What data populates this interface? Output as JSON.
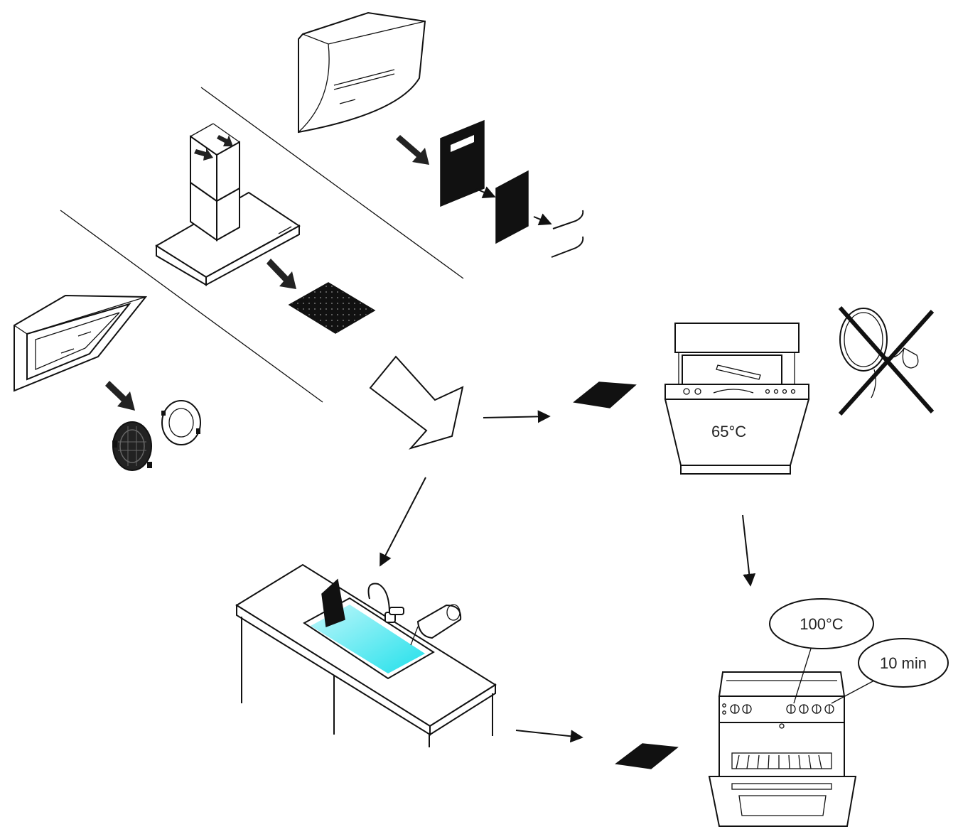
{
  "labels": {
    "dishwasher_temp": "65°C",
    "oven_temp": "100°C",
    "oven_time": "10 min"
  },
  "colors": {
    "line": "#111111",
    "water": "#39e6ee",
    "filter": "#111111",
    "background": "#ffffff"
  },
  "icons": {
    "do_not_use_cross": "cross-icon",
    "process_arrow": "arrow-icon"
  }
}
